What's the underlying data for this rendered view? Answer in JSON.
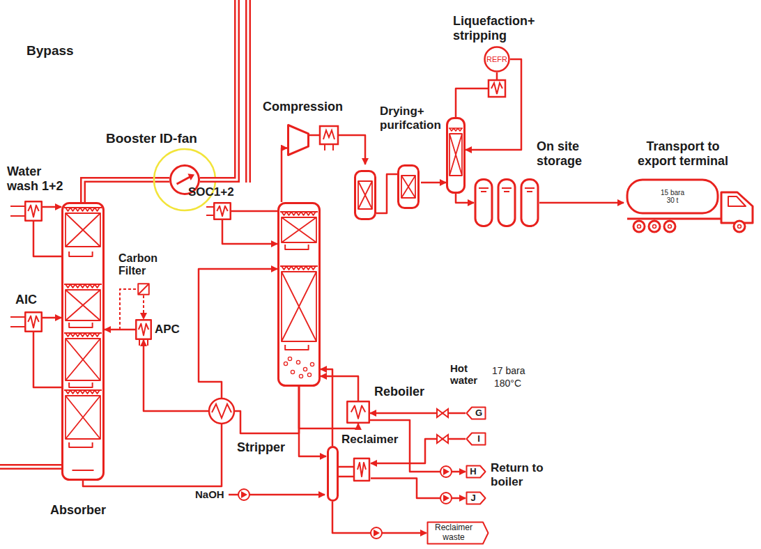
{
  "diagram": {
    "nodes": [
      {
        "text": [
          "Absorber"
        ]
      },
      {
        "text": [
          "Water wash 1+2"
        ]
      },
      {
        "text": [
          "AIC"
        ]
      },
      {
        "text": [
          "Booster ID-fan"
        ]
      },
      {
        "text": [
          "Carbon Filter"
        ]
      },
      {
        "text": [
          "APC"
        ]
      },
      {
        "text": [
          "Stripper"
        ]
      },
      {
        "text": [
          "SOC1+2"
        ]
      },
      {
        "text": [
          "Compression"
        ]
      },
      {
        "text": [
          "Drying+ purifcation"
        ]
      },
      {
        "text": [
          "Liquefaction+ stripping"
        ]
      },
      {
        "text": [
          "REFR"
        ]
      },
      {
        "text": [
          "On site storage"
        ]
      },
      {
        "text": [
          "Transport to export terminal",
          "15 bara 30 t"
        ]
      },
      {
        "text": [
          "Reboiler"
        ]
      },
      {
        "text": [
          "Reclaimer"
        ]
      },
      {
        "text": [
          "G"
        ]
      },
      {
        "text": [
          "I"
        ]
      },
      {
        "text": [
          "H"
        ]
      },
      {
        "text": [
          "J"
        ]
      },
      {
        "text": [
          "Reclaimer waste"
        ]
      }
    ],
    "edges": [
      {
        "from": 1,
        "to": 0,
        "arrow": "to"
      },
      {
        "from": 0,
        "to": 1,
        "arrow": "none"
      },
      {
        "from": 2,
        "to": 0,
        "arrow": "to"
      },
      {
        "from": 0,
        "to": 2,
        "arrow": "none"
      },
      {
        "from": 0,
        "to": 3,
        "arrow": "none"
      },
      {
        "from": 4,
        "to": 5,
        "arrow": "to"
      },
      {
        "from": 5,
        "to": 0,
        "arrow": "to"
      },
      {
        "from": 0,
        "to": 6,
        "arrow": "to"
      },
      {
        "from": 6,
        "to": 5,
        "arrow": "to"
      },
      {
        "from": 6,
        "to": 7,
        "arrow": "none"
      },
      {
        "from": 7,
        "to": 6,
        "arrow": "to"
      },
      {
        "from": 6,
        "to": 8,
        "arrow": "to"
      },
      {
        "from": 8,
        "to": 9,
        "arrow": "to"
      },
      {
        "from": 9,
        "to": 10,
        "arrow": "to"
      },
      {
        "from": 10,
        "to": 11,
        "arrow": "none"
      },
      {
        "from": 11,
        "to": 10,
        "arrow": "to"
      },
      {
        "from": 10,
        "to": 12,
        "arrow": "to"
      },
      {
        "from": 12,
        "to": 13,
        "arrow": "to"
      },
      {
        "from": 6,
        "to": 14,
        "arrow": "to"
      },
      {
        "from": 14,
        "to": 6,
        "arrow": "to"
      },
      {
        "from": 6,
        "to": 15,
        "arrow": "to"
      },
      {
        "from": 15,
        "to": 6,
        "arrow": "to"
      },
      {
        "from": 16,
        "to": 14,
        "arrow": "to"
      },
      {
        "from": 17,
        "to": 15,
        "arrow": "to"
      },
      {
        "from": 14,
        "to": 18,
        "arrow": "to"
      },
      {
        "from": 15,
        "to": 19,
        "arrow": "to"
      },
      {
        "from": 15,
        "to": 20,
        "arrow": "to"
      }
    ],
    "labels": [
      "Bypass",
      "Hot water",
      "17 bara",
      "180°C",
      "Return to boiler",
      "NaOH"
    ]
  }
}
